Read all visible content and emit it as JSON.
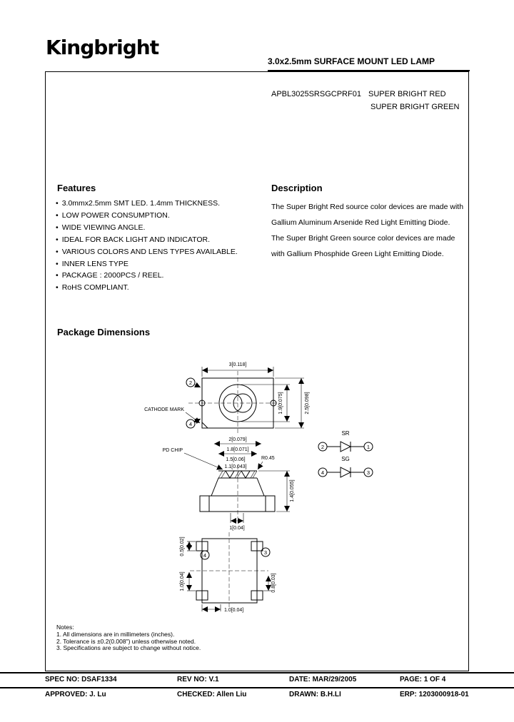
{
  "header": {
    "logo": "Kingbright",
    "title": "3.0x2.5mm SURFACE MOUNT LED  LAMP"
  },
  "part": {
    "number": "APBL3025SRSGCPRF01",
    "colors": [
      "SUPER BRIGHT RED",
      "SUPER BRIGHT GREEN"
    ]
  },
  "features": {
    "heading": "Features",
    "items": [
      "3.0mmx2.5mm SMT LED. 1.4mm THICKNESS.",
      "LOW POWER CONSUMPTION.",
      "WIDE VIEWING ANGLE.",
      "IDEAL FOR BACK LIGHT AND INDICATOR.",
      "VARIOUS COLORS AND LENS TYPES AVAILABLE.",
      "INNER LENS TYPE",
      "PACKAGE : 2000PCS / REEL.",
      "RoHS COMPLIANT."
    ]
  },
  "description": {
    "heading": "Description",
    "lines": [
      "The Super Bright Red source color devices are made with",
      "Gallium Aluminum Arsenide Red Light Emitting Diode.",
      "The  Super Bright Green source color devices are made",
      "with Gallium Phosphide Green Light Emitting Diode."
    ]
  },
  "package_dimensions": {
    "heading": "Package Dimensions",
    "labels": {
      "top_width": "3[0.118]",
      "cathode_mark": "CATHODE MARK",
      "lens_dia": "1.9[0.075]",
      "body_depth": "2.5[0.098]",
      "lens_width": "2[0.079]",
      "top_lens": "1.8[0.071]",
      "pd_chip": "PD CHIP",
      "h1": "1.5[0.06]",
      "h2": "1.1[0.043]",
      "radius": "R0.45",
      "thickness": "1.4[0.055]",
      "pad_pitch": "1[0.04]",
      "pad_h": "0.5[0.02]",
      "pad_w_left": "1.0[0.04]",
      "pad_w_bottom": "1.0[0.04]",
      "pad_h_right": "0.8[0.03]"
    },
    "pins": [
      "1",
      "2",
      "3",
      "4"
    ],
    "circuit": {
      "sr": "SR",
      "sg": "SG"
    }
  },
  "notes": {
    "heading": "Notes:",
    "items": [
      "1. All dimensions are in millimeters (inches).",
      "2. Tolerance is ±0.2(0.008\") unless otherwise noted.",
      "3. Specifications are subject to change without notice."
    ]
  },
  "footer": {
    "row1": [
      "SPEC NO: DSAF1334",
      "REV NO: V.1",
      "DATE: MAR/29/2005",
      "PAGE: 1 OF 4"
    ],
    "row2": [
      "APPROVED: J. Lu",
      "CHECKED: Allen Liu",
      "DRAWN: B.H.LI",
      "ERP: 1203000918-01"
    ]
  }
}
